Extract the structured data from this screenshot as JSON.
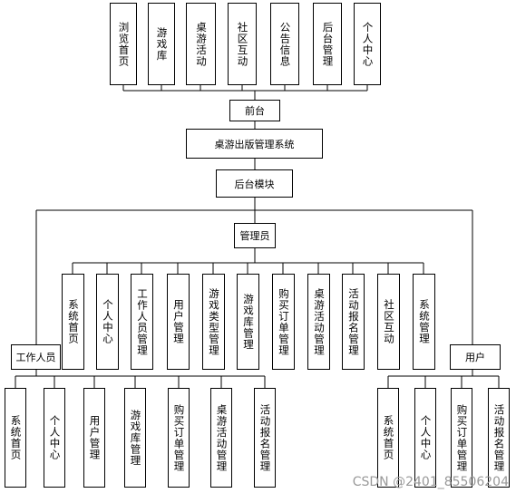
{
  "front": {
    "title": "前台",
    "modules": [
      "浏览首页",
      "游戏库",
      "桌游活动",
      "社区互动",
      "公告信息",
      "后台管理",
      "个人中心"
    ]
  },
  "system": {
    "title": "桌游出版管理系统"
  },
  "backend": {
    "title": "后台模块"
  },
  "admin": {
    "title": "管理员",
    "modules": [
      "系统首页",
      "个人中心",
      "工作人员管理",
      "用户管理",
      "游戏类型管理",
      "游戏库管理",
      "购买订单管理",
      "桌游活动管理",
      "活动报名管理",
      "社区互动",
      "系统管理"
    ]
  },
  "staff": {
    "title": "工作人员",
    "modules": [
      "系统首页",
      "个人中心",
      "用户管理",
      "游戏库管理",
      "购买订单管理",
      "桌游活动管理",
      "活动报名管理"
    ]
  },
  "user": {
    "title": "用户",
    "modules": [
      "系统首页",
      "个人中心",
      "购买订单管理",
      "活动报名管理"
    ]
  },
  "watermark": "CSDN @2401_85506204"
}
